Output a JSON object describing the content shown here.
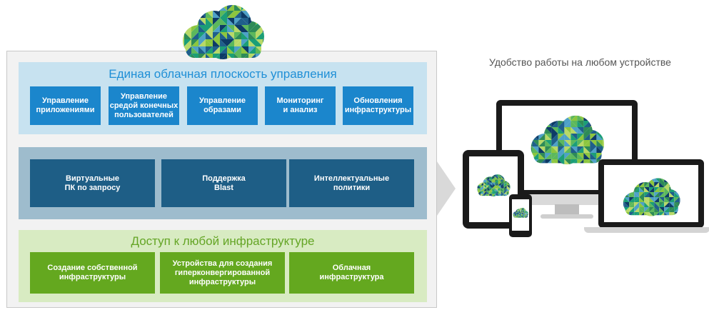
{
  "right_caption": "Удобство работы на любом устройстве",
  "colors": {
    "blue": "#1b86cc",
    "dark_blue": "#1e5e86",
    "green": "#64a81f",
    "cloud_palette": [
      "#1f5f8b",
      "#4ea1c7",
      "#8cc63f",
      "#2e8b57",
      "#0d3b66",
      "#b7d968",
      "#1b9e77",
      "#5cb85c"
    ]
  },
  "management": {
    "title": "Единая облачная плоскость управления",
    "items": [
      "Управление\nприложениями",
      "Управление\nсредой конечных\nпользователей",
      "Управление\nобразами",
      "Мониторинг\nи анализ",
      "Обновления\nинфраструктуры"
    ]
  },
  "desktop": {
    "items": [
      "Виртуальные\nПК по запросу",
      "Поддержка\nBlast",
      "Интеллектуальные\nполитики"
    ]
  },
  "infrastructure": {
    "title": "Доступ к любой инфраструктуре",
    "items": [
      "Создание собственной\nинфраструктуры",
      "Устройства для создания\nгиперконвергированной\nинфраструктуры",
      "Облачная\nинфраструктура"
    ]
  },
  "icons": [
    "cloud-icon",
    "arrow-right-icon",
    "monitor-icon",
    "tablet-icon",
    "laptop-icon",
    "phone-icon"
  ]
}
